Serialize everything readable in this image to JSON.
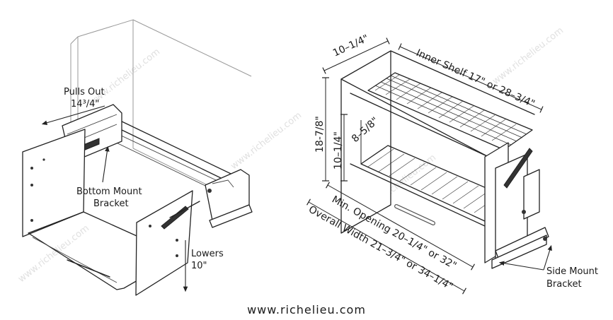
{
  "watermark": "www.richelieu.com",
  "footer_url": "www.richelieu.com",
  "left_figure": {
    "pulls_out_label": "Pulls Out",
    "pulls_out_value": "14³/4\"",
    "bottom_mount_line1": "Bottom Mount",
    "bottom_mount_line2": "Bracket",
    "lowers_label": "Lowers",
    "lowers_value": "10\""
  },
  "right_figure": {
    "depth": "10–1/4\"",
    "inner_shelf": "Inner Shelf 17\" or 28–3/4\"",
    "height_total": "18-7/8\"",
    "height_lower": "10–1/4\"",
    "shelf_gap": "8–5/8\"",
    "min_opening": "Min. Opening 20–1/4\" or 32\"",
    "overall_width": "Overall Width 21–3/4\" or 34–1/4\"",
    "side_mount_line1": "Side Mount",
    "side_mount_line2": "Bracket"
  }
}
